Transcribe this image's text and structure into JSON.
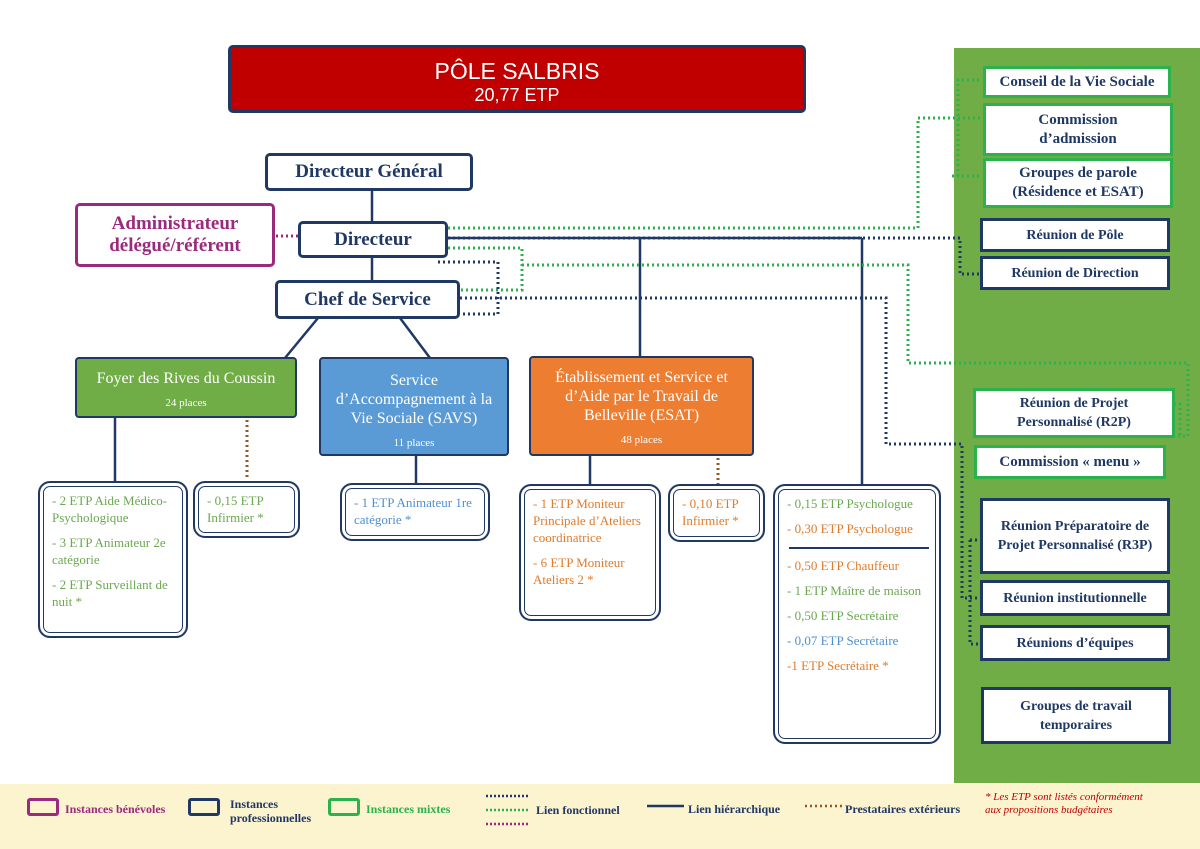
{
  "title": {
    "line1": "PÔLE SALBRIS",
    "line2": "20,77 ETP"
  },
  "hierarchy": {
    "dg": "Directeur Général",
    "admin": "Administrateur délégué/référent",
    "directeur": "Directeur",
    "chef": "Chef de Service"
  },
  "units": {
    "foyer": {
      "name": "Foyer des Rives du Coussin",
      "places": "24 places"
    },
    "savs": {
      "name": "Service d’Accompagnement à la Vie Sociale (SAVS)",
      "places": "11 places"
    },
    "esat": {
      "name": "Établissement et Service et d’Aide par le Travail de Belleville (ESAT)",
      "places": "48 places"
    }
  },
  "staff": {
    "foyer": [
      "- 2 ETP Aide Médico-Psychologique",
      "- 3 ETP Animateur 2e catégorie",
      "- 2 ETP Surveillant de nuit *"
    ],
    "foyer_ext": "- 0,15 ETP Infirmier *",
    "savs": "- 1 ETP Animateur 1re catégorie *",
    "esat": [
      "- 1 ETP Moniteur Principale d’Ateliers coordinatrice",
      "- 6 ETP Moniteur Ateliers 2 *"
    ],
    "esat_ext": "- 0,10 ETP Infirmier *",
    "shared_top": [
      "- 0,15 ETP Psychologue",
      "- 0,30 ETP Psychologue"
    ],
    "shared_bottom": [
      "- 0,50 ETP Chauffeur",
      "- 1 ETP Maître de maison",
      "- 0,50 ETP Secrétaire",
      "- 0,07 ETP Secrétaire",
      "-1 ETP Secrétaire *"
    ]
  },
  "instances": {
    "cvs": "Conseil de la Vie Sociale",
    "commission_admission": "Commission d’admission",
    "groupes_parole": "Groupes de parole (Résidence et ESAT)",
    "reunion_pole": "Réunion de Pôle",
    "reunion_direction": "Réunion de Direction",
    "r2p": "Réunion de Projet Personnalisé (R2P)",
    "commission_menu": "Commission « menu »",
    "r3p": "Réunion Préparatoire de Projet Personnalisé (R3P)",
    "institutionnelle": "Réunion institutionnelle",
    "equipes": "Réunions d’équipes",
    "groupes_travail": "Groupes de travail temporaires"
  },
  "legend": {
    "benevoles": "Instances bénévoles",
    "professionnelles": "Instances professionnelles",
    "mixtes": "Instances mixtes",
    "fonctionnel": "Lien fonctionnel",
    "hierarchique": "Lien hiérarchique",
    "prestataires": "Prestataires extérieurs",
    "note": "* Les ETP sont listés conformément aux propositions budgétaires"
  },
  "colors": {
    "navy": "#1f3864",
    "red": "#c00000",
    "green": "#70ad47",
    "mixte_green": "#2bb24c",
    "purple": "#9b2a7d",
    "savs_blue": "#5b9bd5",
    "esat_orange": "#ed7d31",
    "brown": "#8b5a2b"
  }
}
